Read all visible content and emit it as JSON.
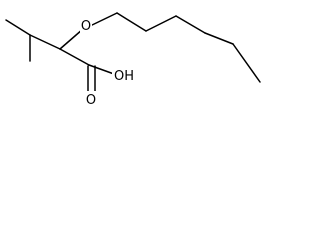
{
  "structure": {
    "atom_labels": {
      "ether_oxygen": "O",
      "hydroxyl": "OH",
      "carbonyl_oxygen": "O"
    },
    "colors": {
      "bond": "#000000",
      "text": "#000000",
      "background": "#ffffff"
    }
  }
}
